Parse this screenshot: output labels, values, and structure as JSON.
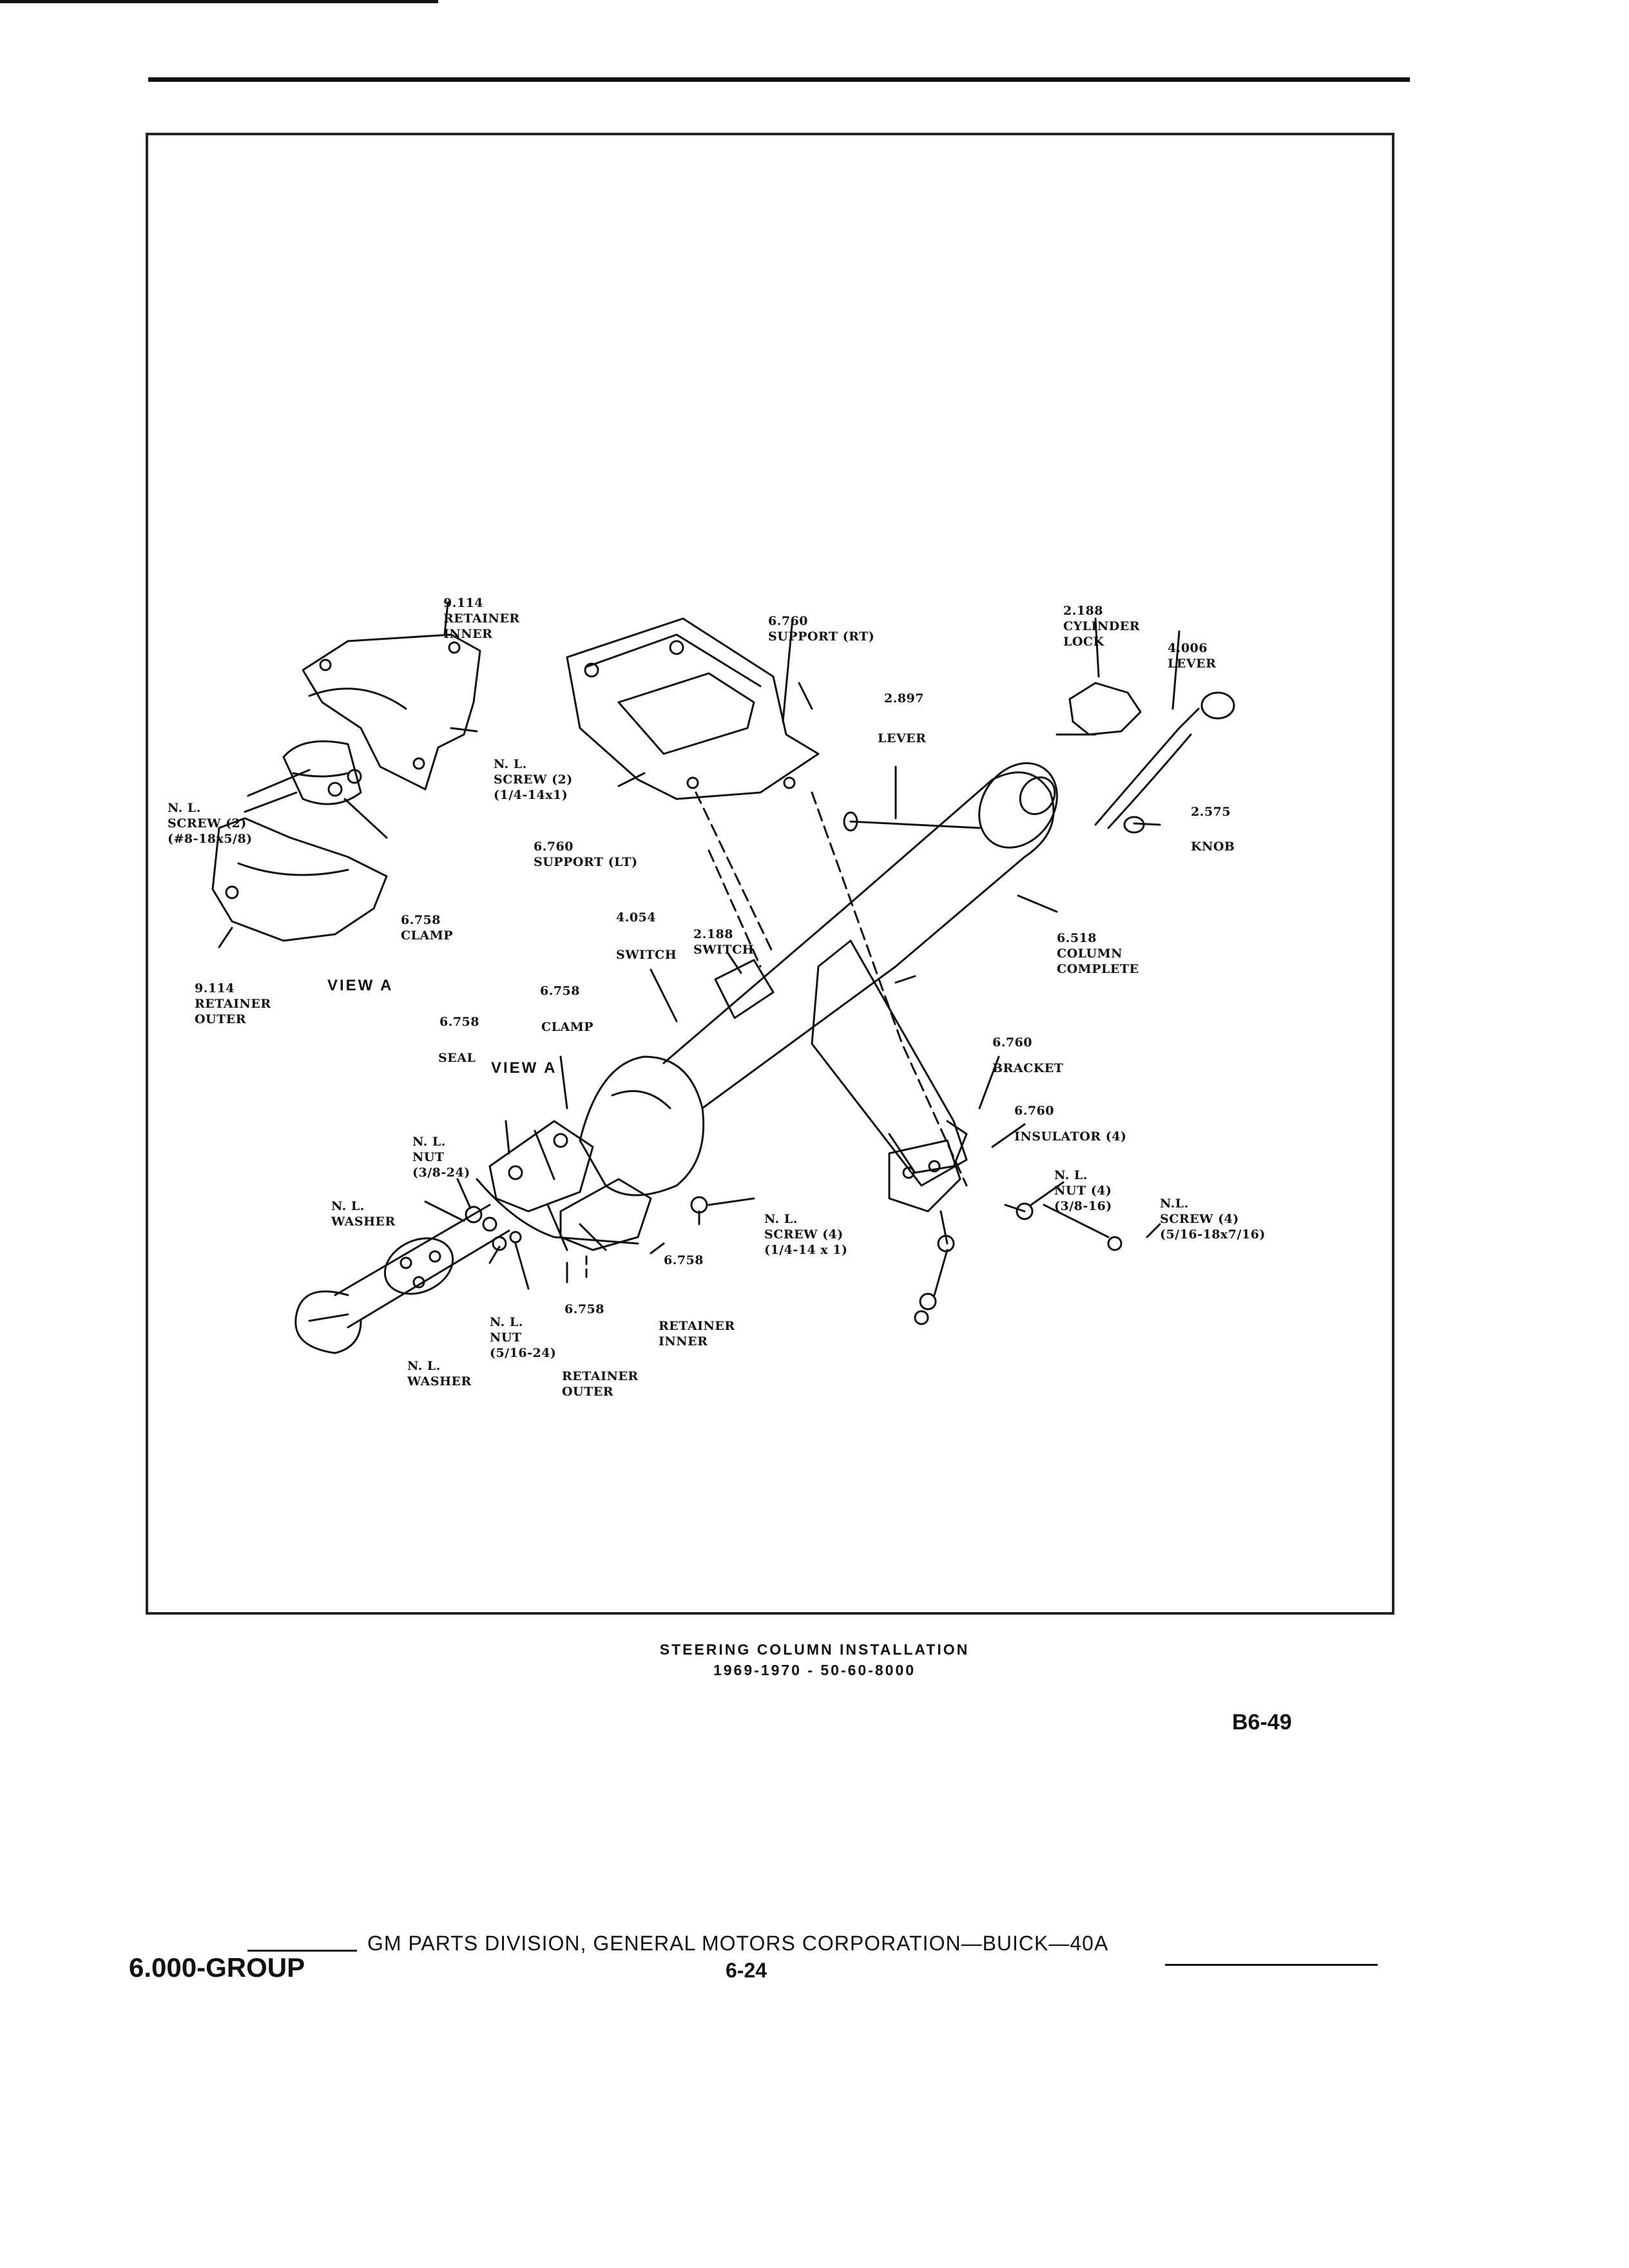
{
  "labels": {
    "retainer_inner_top": [
      "9.114",
      "RETAINER",
      "INNER"
    ],
    "support_rt": [
      "6.760",
      "SUPPORT (RT)"
    ],
    "cylinder_lock": [
      "2.188",
      "CYLINDER",
      "LOCK"
    ],
    "lever_4006": [
      "4.006",
      "LEVER"
    ],
    "n897": "2.897",
    "lever_mid": "LEVER",
    "knob": [
      "2.575",
      "KNOB"
    ],
    "nl_screw_left": [
      "N. L.",
      "SCREW (2)",
      "(#8-18x5/8)"
    ],
    "nl_screw_upper": [
      "N. L.",
      "SCREW (2)",
      "(1/4-14x1)"
    ],
    "support_lt": [
      "6.760",
      "SUPPORT (LT)"
    ],
    "clamp_top": [
      "6.758",
      "CLAMP"
    ],
    "retainer_outer_left": [
      "9.114",
      "RETAINER",
      "OUTER"
    ],
    "view_a_left": "VIEW A",
    "switch_2188": [
      "2.188",
      "SWITCH"
    ],
    "n4054": "4.054",
    "switch_4054": "SWITCH",
    "column_complete": [
      "6.518",
      "COLUMN",
      "COMPLETE"
    ],
    "n6758_a": "6.758",
    "clamp_mid": "CLAMP",
    "n6758_b": "6.758",
    "seal": "SEAL",
    "view_a_mid": "VIEW A",
    "bracket": [
      "6.760",
      "BRACKET"
    ],
    "insulator": [
      "6.760",
      "INSULATOR (4)"
    ],
    "nl_nut_3824": [
      "N. L.",
      "NUT",
      "(3/8-24)"
    ],
    "nl_washer_upper": [
      "N. L.",
      "WASHER"
    ],
    "nl_nut_3816": [
      "N. L.",
      "NUT (4)",
      "(3/8-16)"
    ],
    "nl_screw_516": [
      "N.L.",
      "SCREW (4)",
      "(5/16-18x7/16)"
    ],
    "nl_screw_14": [
      "N. L.",
      "SCREW (4)",
      "(1/4-14 x 1)"
    ],
    "n6758_c": "6.758",
    "nl_nut_516": [
      "N. L.",
      "NUT",
      "(5/16-24)"
    ],
    "n6758_d": "6.758",
    "retainer_inner_bottom": [
      "RETAINER",
      "INNER"
    ],
    "nl_washer_lower": [
      "N. L.",
      "WASHER"
    ],
    "retainer_outer_bottom": [
      "RETAINER",
      "OUTER"
    ]
  },
  "caption": {
    "line1": "STEERING COLUMN INSTALLATION",
    "line2": "1969-1970 - 50-60-8000"
  },
  "page_code": "B6-49",
  "footer": {
    "group": "6.000-GROUP",
    "division": "GM PARTS DIVISION, GENERAL MOTORS CORPORATION—BUICK—40A",
    "page": "6-24"
  }
}
